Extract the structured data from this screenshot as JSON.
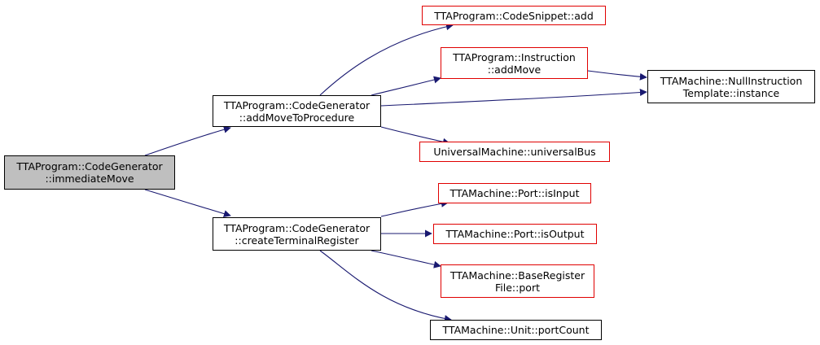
{
  "colors": {
    "edge": "#191970",
    "border_default": "#000000",
    "border_undocumented": "#ff0000",
    "root_fill": "#bfbfbf"
  },
  "nodes": {
    "immediate_move": {
      "lines": [
        "TTAProgram::CodeGenerator",
        "::immediateMove"
      ]
    },
    "add_move_to_procedure": {
      "lines": [
        "TTAProgram::CodeGenerator",
        "::addMoveToProcedure"
      ]
    },
    "create_terminal_register": {
      "lines": [
        "TTAProgram::CodeGenerator",
        "::createTerminalRegister"
      ]
    },
    "code_snippet_add": {
      "lines": [
        "TTAProgram::CodeSnippet::add"
      ]
    },
    "instruction_add_move": {
      "lines": [
        "TTAProgram::Instruction",
        "::addMove"
      ]
    },
    "null_instruction_template": {
      "lines": [
        "TTAMachine::NullInstruction",
        "Template::instance"
      ]
    },
    "universal_bus": {
      "lines": [
        "UniversalMachine::universalBus"
      ]
    },
    "port_is_input": {
      "lines": [
        "TTAMachine::Port::isInput"
      ]
    },
    "port_is_output": {
      "lines": [
        "TTAMachine::Port::isOutput"
      ]
    },
    "base_register_file_port": {
      "lines": [
        "TTAMachine::BaseRegister",
        "File::port"
      ]
    },
    "unit_port_count": {
      "lines": [
        "TTAMachine::Unit::portCount"
      ]
    }
  }
}
